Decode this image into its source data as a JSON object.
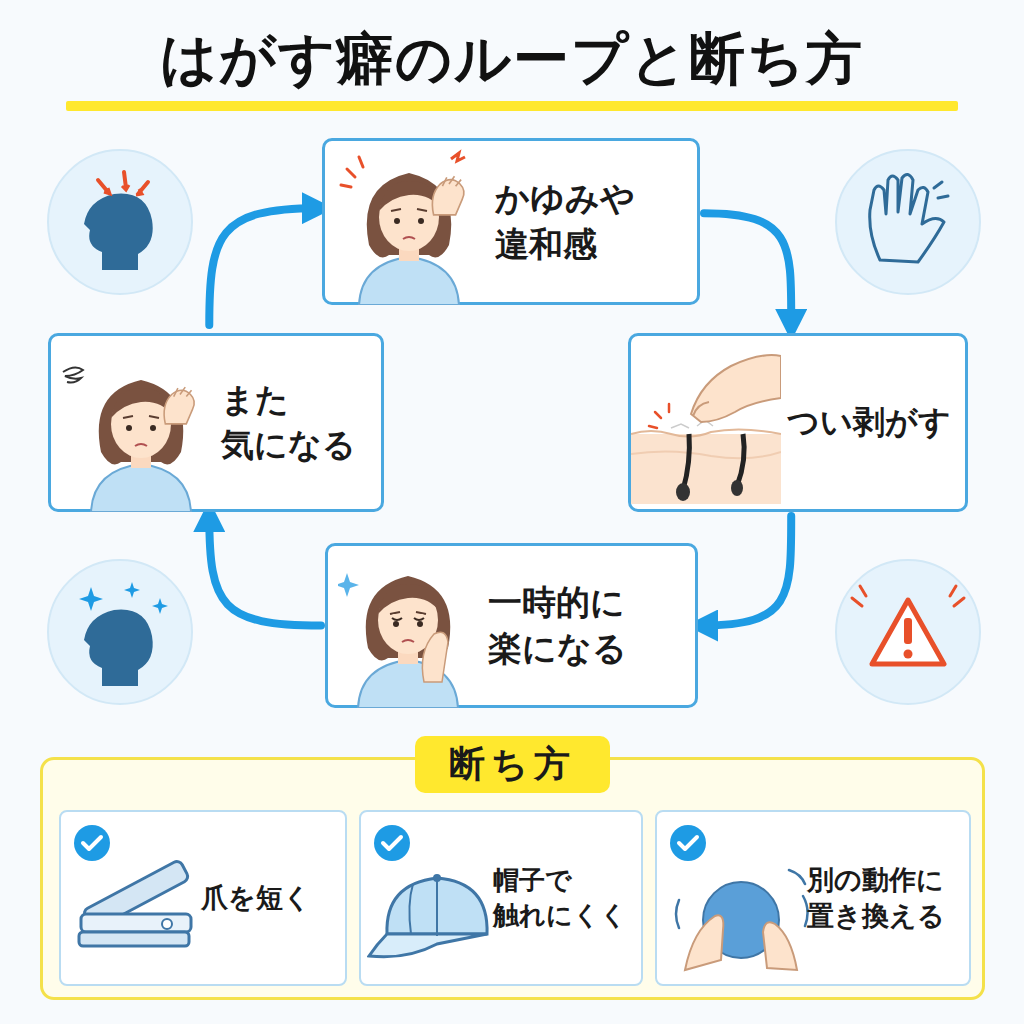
{
  "diagram": {
    "title": "はがす癖のループと断ち方",
    "nodes": [
      {
        "text": [
          "かゆみや 違和感"
        ]
      },
      {
        "text": [
          "つい剥がす"
        ]
      },
      {
        "text": [
          "一時的に 楽になる"
        ]
      },
      {
        "text": [
          "また 気になる"
        ]
      },
      {
        "text": [
          "断ち方"
        ]
      },
      {
        "text": [
          "爪を短く"
        ],
        "in": 4
      },
      {
        "text": [
          "帽子で 触れにくく"
        ],
        "in": 4
      },
      {
        "text": [
          "別の動作に 置き換える"
        ],
        "in": 4
      }
    ],
    "edges": [
      {
        "from": 0,
        "to": 1,
        "arrow": "to"
      },
      {
        "from": 1,
        "to": 2,
        "arrow": "to"
      },
      {
        "from": 2,
        "to": 3,
        "arrow": "to"
      },
      {
        "from": 3,
        "to": 0,
        "arrow": "to"
      }
    ]
  }
}
